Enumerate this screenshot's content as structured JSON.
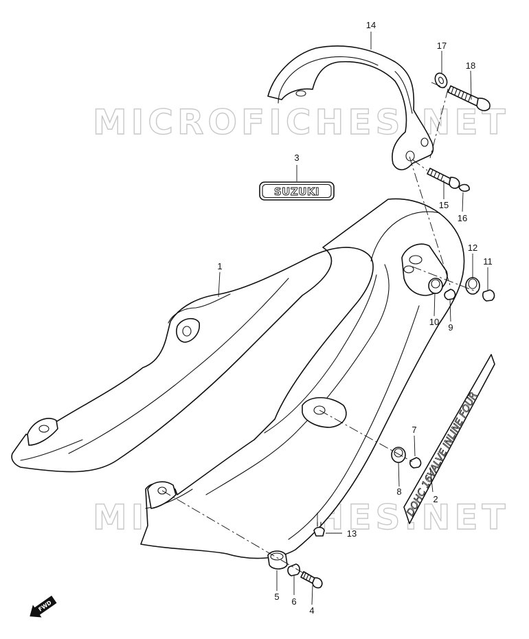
{
  "watermark": "MICROFICHES.NET",
  "emblem_text": "SUZUKI",
  "decal_text": "DOHC 16VALVE INLINE FOUR",
  "fwd_label": "FWD",
  "callouts": {
    "c1": "1",
    "c2": "2",
    "c3": "3",
    "c4": "4",
    "c5": "5",
    "c6": "6",
    "c7": "7",
    "c8": "8",
    "c9": "9",
    "c10": "10",
    "c11": "11",
    "c12": "12",
    "c13": "13",
    "c14": "14",
    "c15": "15",
    "c16": "16",
    "c17": "17",
    "c18": "18"
  }
}
